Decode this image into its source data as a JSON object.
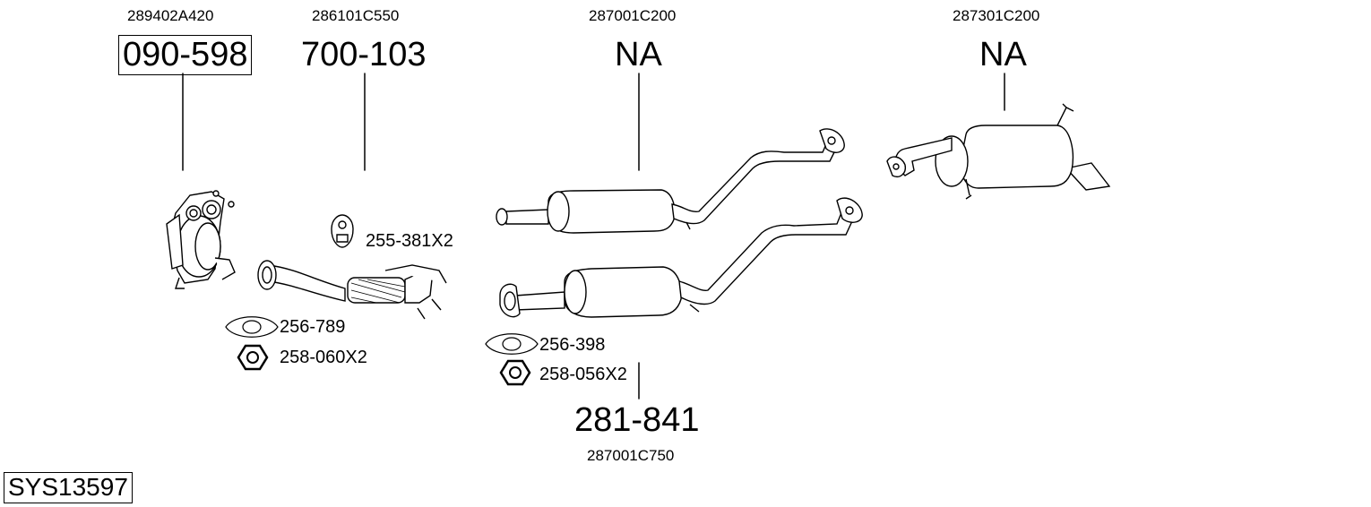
{
  "system_code": "SYS13597",
  "parts": [
    {
      "oe": "289402A420",
      "part_no": "090-598"
    },
    {
      "oe": "286101C550",
      "part_no": "700-103"
    },
    {
      "oe": "287001C200",
      "part_no": "NA"
    },
    {
      "oe": "287301C200",
      "part_no": "NA"
    },
    {
      "oe": "287001C750",
      "part_no": "281-841"
    }
  ],
  "accessories": [
    {
      "label": "255-381X2",
      "icon": "rubber-hanger-icon"
    },
    {
      "label": "256-789",
      "icon": "flange-gasket-icon"
    },
    {
      "label": "258-060X2",
      "icon": "hex-nut-icon"
    },
    {
      "label": "256-398",
      "icon": "flange-gasket-icon"
    },
    {
      "label": "258-056X2",
      "icon": "hex-nut-icon"
    }
  ]
}
